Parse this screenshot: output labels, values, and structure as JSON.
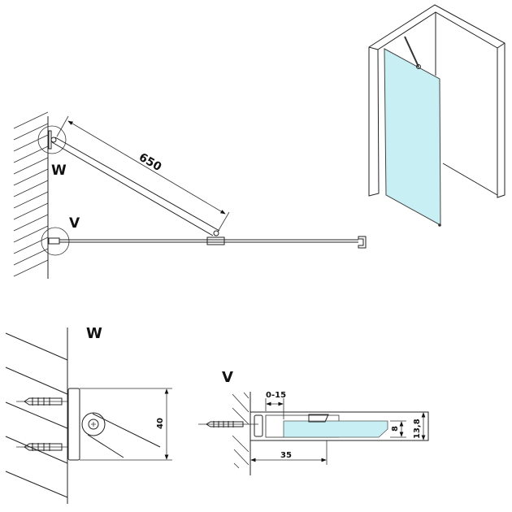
{
  "labels": {
    "detail_w": "W",
    "detail_v": "V",
    "detail_w_title": "W",
    "detail_v_title": "V"
  },
  "dimensions": {
    "arm_length": "650",
    "w_bracket_height": "40",
    "v_adjust_range": "0-15",
    "v_depth": "35",
    "v_glass_thickness": "8",
    "v_profile_height": "13,8"
  },
  "colors": {
    "glass": "#c8f0f4",
    "line": "#222222"
  }
}
